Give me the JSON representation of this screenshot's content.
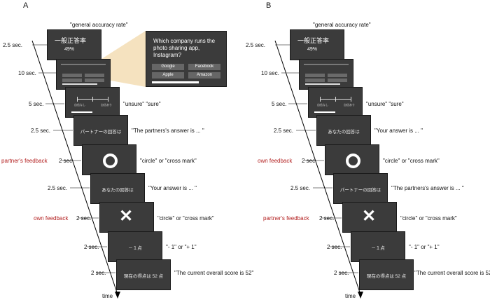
{
  "panels": [
    {
      "letter": "A",
      "timeline_label": "time",
      "feedback_labels": {
        "first": "partner's  feedback",
        "second": "own feedback"
      },
      "durations": [
        "2.5 sec.",
        "10 sec.",
        "5 sec.",
        "2.5 sec.",
        "2 sec.",
        "2.5 sec.",
        "2 sec.",
        "2 sec.",
        "2 sec."
      ],
      "captions": [
        "\"general accuracy rate\"",
        "\"unsure\" \"sure\"",
        "\"The partners's answer is ... \"",
        "\"circle\" or \"cross mark\"",
        "\"Your answer is ... \"",
        "\"circle\" or \"cross mark\"",
        "\"- 1\" or \"+ 1\"",
        "\"The current overall score is 52\""
      ],
      "screens": {
        "accuracy_title": "一般正答率",
        "accuracy_value": "49%",
        "first_answer": "パートナーの回答は",
        "second_answer": "あなたの回答は",
        "score_change": "－１点",
        "total_score": "現在の得点は 52 点",
        "slider_left": "自信なし",
        "slider_right": "自信あり"
      },
      "zoom": {
        "question": "Which company runs the photo sharing app, Instagram?",
        "options": [
          "Google",
          "Facebook",
          "Apple",
          "Amazon"
        ],
        "time_remaining": 0.7
      }
    },
    {
      "letter": "B",
      "timeline_label": "time",
      "feedback_labels": {
        "first": "own feedback",
        "second": "partner's  feedback"
      },
      "durations": [
        "2.5 sec.",
        "10 sec.",
        "5 sec.",
        "2.5 sec.",
        "2 sec.",
        "2.5 sec.",
        "2 sec.",
        "2 sec.",
        "2 sec."
      ],
      "captions": [
        "\"general accuracy rate\"",
        "\"unsure\" \"sure\"",
        "\"Your answer is ... \"",
        "\"circle\" or \"cross mark\"",
        "\"The partners's answer is ... \"",
        "\"circle\" or \"cross mark\"",
        "\"- 1\" or \"+ 1\"",
        "\"The current overall score is 52\""
      ],
      "screens": {
        "accuracy_title": "一般正答率",
        "accuracy_value": "49%",
        "first_answer": "あなたの回答は",
        "second_answer": "パートナーの回答は",
        "score_change": "－１点",
        "total_score": "現在の得点は 52 点",
        "slider_left": "自信なし",
        "slider_right": "自信あり"
      }
    }
  ]
}
